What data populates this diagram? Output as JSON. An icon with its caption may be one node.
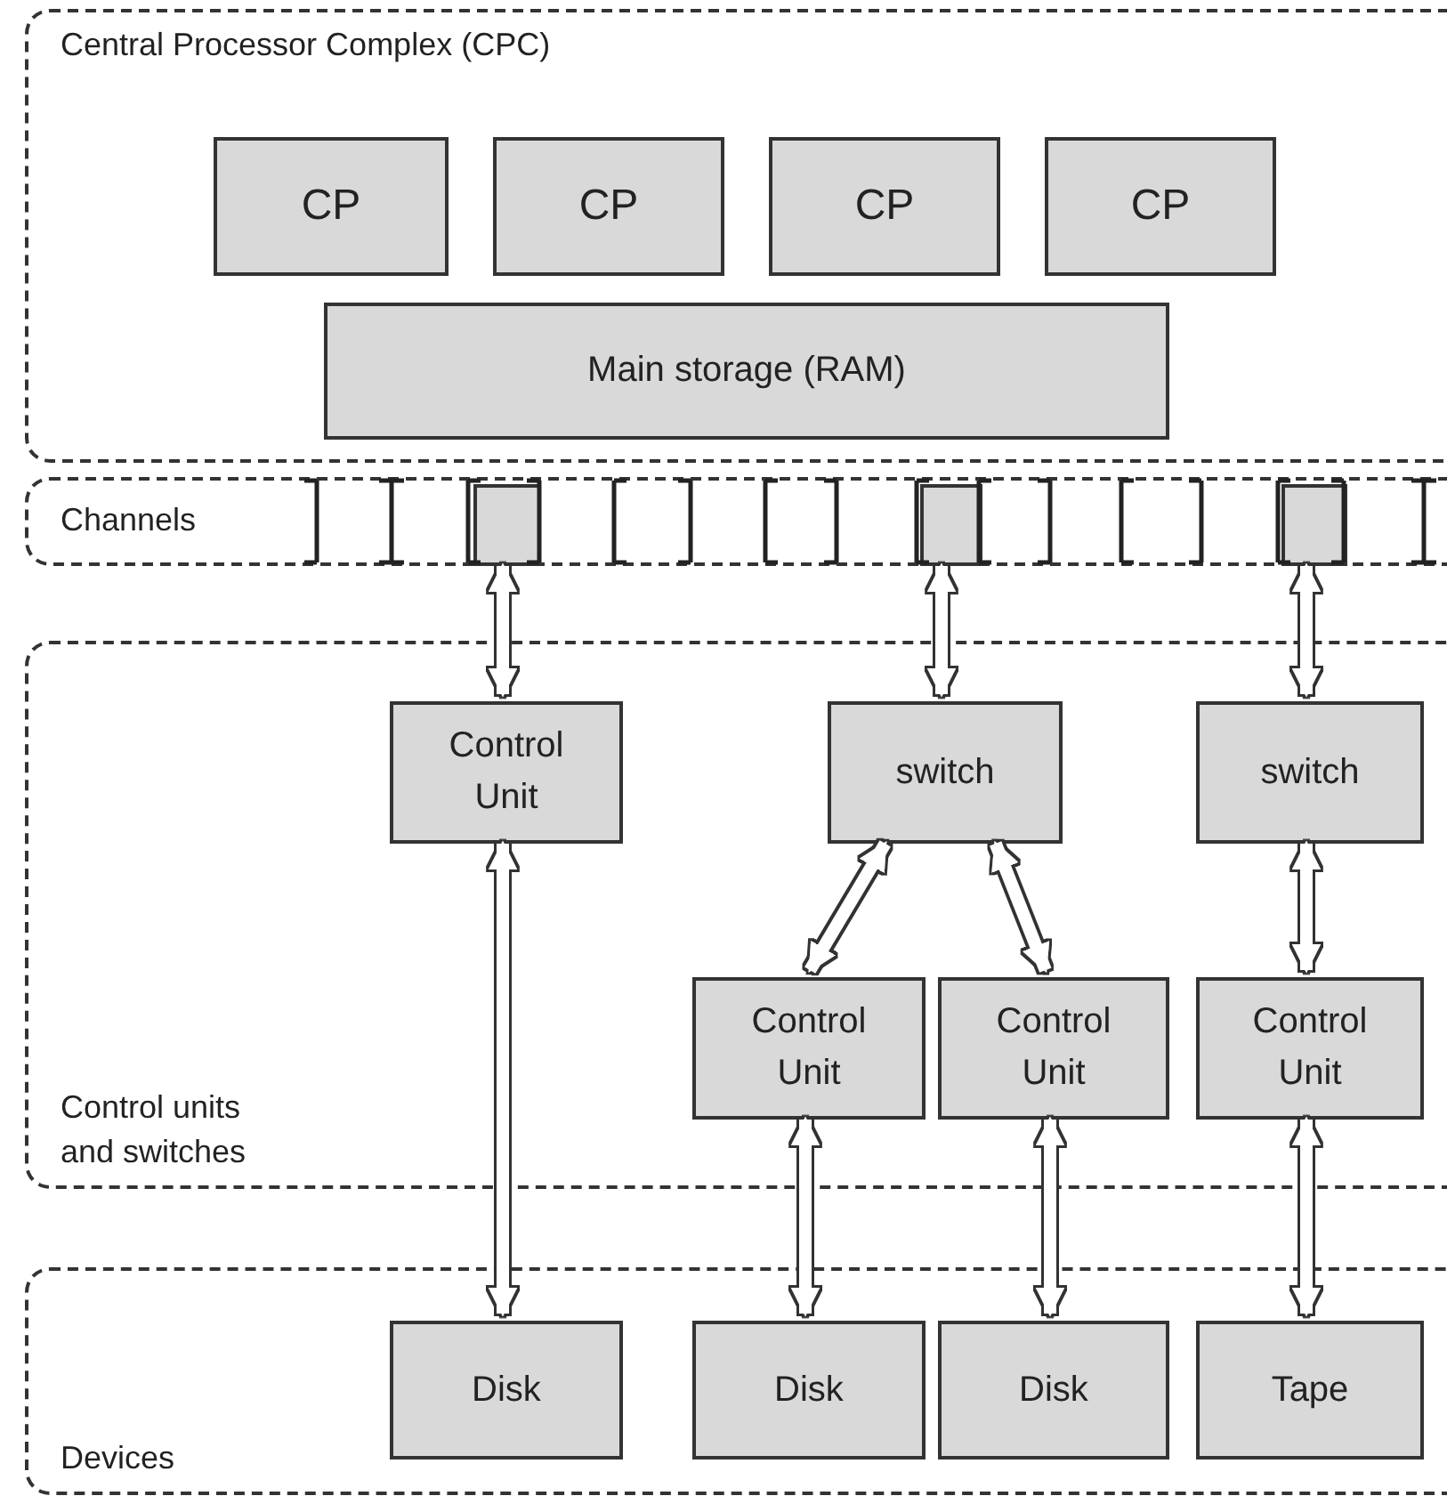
{
  "diagram": {
    "nodes": [
      {
        "text": [
          "Central Processor Complex (CPC)"
        ]
      },
      {
        "text": [
          "CP"
        ],
        "in": 0
      },
      {
        "text": [
          "CP"
        ],
        "in": 0
      },
      {
        "text": [
          "CP"
        ],
        "in": 0
      },
      {
        "text": [
          "CP"
        ],
        "in": 0
      },
      {
        "text": [
          "Main storage (RAM)"
        ],
        "in": 0
      },
      {
        "text": [
          "Channels"
        ]
      },
      {
        "text": [],
        "shape": "box",
        "in": 6
      },
      {
        "text": [],
        "shape": "box",
        "in": 6
      },
      {
        "text": [],
        "shape": "box",
        "in": 6
      },
      {
        "text": [
          "Control units and switches"
        ]
      },
      {
        "text": [
          "Control Unit"
        ],
        "in": 10
      },
      {
        "text": [
          "switch"
        ],
        "in": 10
      },
      {
        "text": [
          "switch"
        ],
        "in": 10
      },
      {
        "text": [
          "Control Unit"
        ],
        "in": 10
      },
      {
        "text": [
          "Control Unit"
        ],
        "in": 10
      },
      {
        "text": [
          "Control Unit"
        ],
        "in": 10
      },
      {
        "text": [
          "Devices"
        ]
      },
      {
        "text": [
          "Disk"
        ],
        "in": 17
      },
      {
        "text": [
          "Disk"
        ],
        "in": 17
      },
      {
        "text": [
          "Disk"
        ],
        "in": 17
      },
      {
        "text": [
          "Tape"
        ],
        "in": 17
      }
    ],
    "edges": [
      {
        "from": 7,
        "to": 11,
        "arrow": "both"
      },
      {
        "from": 8,
        "to": 12,
        "arrow": "both"
      },
      {
        "from": 9,
        "to": 13,
        "arrow": "both"
      },
      {
        "from": 11,
        "to": 18,
        "arrow": "both"
      },
      {
        "from": 12,
        "to": 14,
        "arrow": "both"
      },
      {
        "from": 12,
        "to": 15,
        "arrow": "both"
      },
      {
        "from": 13,
        "to": 16,
        "arrow": "both"
      },
      {
        "from": 14,
        "to": 19,
        "arrow": "both"
      },
      {
        "from": 15,
        "to": 20,
        "arrow": "both"
      },
      {
        "from": 16,
        "to": 21,
        "arrow": "both"
      }
    ]
  }
}
